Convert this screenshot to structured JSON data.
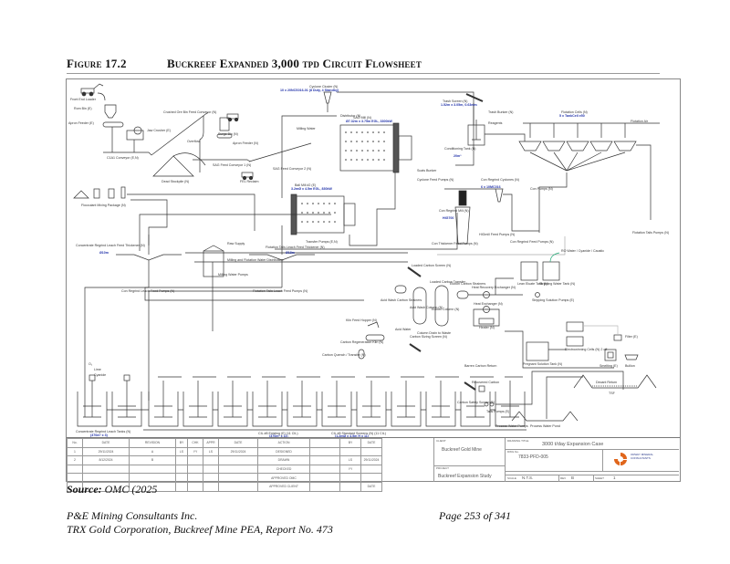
{
  "figure": {
    "number": "Figure 17.2",
    "title": "Buckreef Expanded 3,000 tpd Circuit Flowsheet"
  },
  "flowsheet": {
    "labels": {
      "front_end_loader": "Front End Loader",
      "rom_bin": "Rom Bin (E)",
      "apron_feeder_e": "Apron Feeder (E)",
      "jaw_crusher": "Jaw Crusher (E)",
      "c1a1_conveyor": "C1A1 Conveyor (E,N)",
      "crushed_ore_bin_feed_conveyor": "Crushed Ore Bin Feed Conveyor (N)",
      "overflow": "Overflow",
      "surge_bin": "Surge Bin (N)",
      "apron_feeder_n": "Apron Feeder (N)",
      "dead_stockpile": "Dead Stockpile (N)",
      "sag_feed_conveyor_1": "SAG Feed Conveyor 1 (N)",
      "sag_feed_conveyor_2": "SAG Feed Conveyor 2 (N)",
      "fel_reclaim": "FEL Reclaim",
      "cyclone_cluster": "Cyclone Cluster (N)",
      "cyclone_cluster_spec": "10 x 20NCS016-01 (8 Duty, 4 Standby)",
      "distributor": "Distributor (N)",
      "milling_water": "Milling Water",
      "sag_mill": "SAG Mill (N)",
      "sag_mill_spec": "Ø7.32m x 3.75m EGL, 3300kW",
      "scats_bunker": "Scats Bunker",
      "ball_mill": "Ball Mill #2 (E)",
      "ball_mill_spec": "3.2mØ x 4.5m EGL, 830kW",
      "cyclone_feed_pumps": "Cyclone Feed Pumps (N)",
      "transfer_pumps": "Transfer Pumps (E,N)",
      "trash_screen": "Trash Screen (N)",
      "trash_screen_spec": "1.52m x 3.05m, 0.63mm",
      "trash_bunker": "Trash Bunker (N)",
      "reagents": "Reagents",
      "conditioning_tank": "Conditioning Tank (N)",
      "conditioning_tank_spec": "20m³",
      "flotation_cells": "Flotation Cells (N)",
      "flotation_cells_spec": "5 x TankCell e50",
      "flotation_air": "Flotation Air",
      "con_pumps": "Con Pumps (N)",
      "con_regrind_cyclones": "Con Regrind Cyclones (N)",
      "con_regrind_cyclones_spec": "6 x 10MC016",
      "con_regrind_mill": "Con Regrind Mill (N)",
      "con_regrind_mill_spec": "HIG700",
      "con_regrind_feed_pumps": "Con Regrind Feed Pumps (N)",
      "hig_mill_feed_pumps": "HIGmill Feed Pumps (N)",
      "con_thickener_feed_pumps": "Con Thickener Feed Pumps (N)",
      "flotation_tails_pumps": "Flotation Tails Pumps (N)",
      "flocculant_package": "Flocculant Mixing Package (N)",
      "conc_regrind_leach_thickener": "Concentrate Regrind Leach Feed Thickener (N)",
      "conc_regrind_leach_thickener_spec": "Ø10m",
      "raw_supply": "Raw Supply",
      "milling_flotation_water": "Milling and Flotation Water Distribution",
      "milling_water_pumps": "Milling Water Pumps",
      "flotation_tails_leach_thickener": "Flotation Tails Leach Feed Thickener (N)",
      "flotation_tails_leach_thickener_spec": "Ø18m",
      "con_regrind_leach_feed_pumps": "Con Regrind Leach Feed Pumps (N)",
      "flotation_tails_leach_feed_pumps": "Flotation Tails Leach Feed Pumps (N)",
      "loaded_carbon_screen": "Loaded Carbon Screen (N)",
      "kiln_feed_hopper": "Kiln Feed Hopper (N)",
      "carbon_regeneration_kiln": "Carbon Regeneration Kiln (N)",
      "carbon_quench": "Carbon Quench / Transfer (N)",
      "acid_wash_carbon_strainers": "Acid Wash Carbon Strainers",
      "acid_wash_column": "Acid Wash Column (N)",
      "loaded_carbon_transfer": "Loaded Carbon Transfer",
      "elution_carbon_strainers": "Elution Carbon Strainers",
      "elution_column": "Elution Column (N)",
      "acid_water": "Acid Water",
      "column_drain": "Column Drain to Waste",
      "heat_recovery_exchanger": "Heat Recovery Exchanger (N)",
      "heat_exchanger": "Heat Exchanger (N)",
      "heater": "Heater (N)",
      "lean_eluate_tank": "Lean Eluate Tank (N)",
      "stripping_water_tank": "Stripping Water Tank (N)",
      "stripping_solution_pumps": "Stripping Solution Pumps (E)",
      "ro_water_cyanide_caustic": "RO Water / Cyanide / Caustic",
      "electrowinning_cells": "Electrowinning Cells (N) 2 off",
      "pregnant_solution_tank": "Pregnant Solution Tank (N)",
      "filter": "Filter (E)",
      "smelting": "Smelting (E)",
      "bullion": "Bullion",
      "carbon_sizing_screen": "Carbon Sizing Screen (N)",
      "barren_carbon_return": "Barren Carbon Return",
      "recovered_carbon": "Recovered Carbon",
      "carbon_safety_screen": "Carbon Safety Screen (E)",
      "tails_pumps": "Tails Pumps (E)",
      "decant_return": "Decant Return",
      "tsf": "TSF",
      "process_water_pumps": "Process Water Pumps",
      "process_water_pond": "Process Water Pond",
      "lime": "Lime",
      "cyanide": "Cyanide",
      "o2": "O₂",
      "conc_regrind_leach_tanks": "Concentrate Regrind Leach Tanks (N)",
      "conc_regrind_leach_tanks_spec": "(370m³ x 3)",
      "cil_existing": "CIL #8 Existing (E) (11 CIL)",
      "cil_existing_spec": "(370m³ x 11)",
      "cil_standard": "CIL #8 Standard Screens (N) (11 CIL)",
      "cil_standard_spec": "(1.2mØ x 4.5m H x 11)"
    }
  },
  "title_block": {
    "revision_headers": [
      "No.",
      "DATE",
      "REVISION",
      "BY",
      "CHK",
      "APPR"
    ],
    "revision_rows": [
      [
        "1",
        "29/11/2024",
        "A",
        "LS",
        "YY",
        "LS"
      ],
      [
        "2",
        "8/12/2024",
        "B",
        "",
        "",
        ""
      ],
      [
        "",
        "",
        "",
        "",
        "",
        ""
      ],
      [
        "",
        "",
        "",
        "",
        "",
        ""
      ],
      [
        "",
        "",
        "",
        "",
        "",
        ""
      ]
    ],
    "approval_headers": [
      "DATE",
      "ACTION",
      "",
      "BY",
      "DATE"
    ],
    "approval_rows": [
      [
        "29/11/2024",
        "DESIGNED",
        "",
        "",
        ""
      ],
      [
        "",
        "DRAWN",
        "",
        "LS",
        "29/11/2024"
      ],
      [
        "",
        "CHECKED",
        "",
        "YY",
        ""
      ],
      [
        "",
        "APPROVED OMC",
        "",
        "",
        ""
      ],
      [
        "",
        "APPROVED CLIENT",
        "",
        "",
        "DATE"
      ]
    ],
    "client_label": "CLIENT",
    "client": "Buckreef Gold Mine",
    "project_label": "PROJECT",
    "project": "Buckreef Expansion Study",
    "drawing_title_label": "DRAWING TITLE",
    "drawing_title": "3000 t/day Expansion Case",
    "drawing_no_label": "DWG No.",
    "drawing_no": "7833-PFD-005",
    "scale_label": "SCALE",
    "scale": "N.T.S.",
    "rev_label": "REV",
    "rev": "B",
    "sheet_label": "SHEET",
    "sheet": "1",
    "logo_text": "ORWAY MINERAL CONSULTANTS",
    "logo_color": "#e0661c"
  },
  "source": {
    "label": "Source:",
    "text": "OMC (2025"
  },
  "footer": {
    "company": "P&E Mining Consultants Inc.",
    "report": "TRX Gold Corporation, Buckreef Mine PEA, Report No. 473",
    "page": "Page 253 of 341"
  }
}
